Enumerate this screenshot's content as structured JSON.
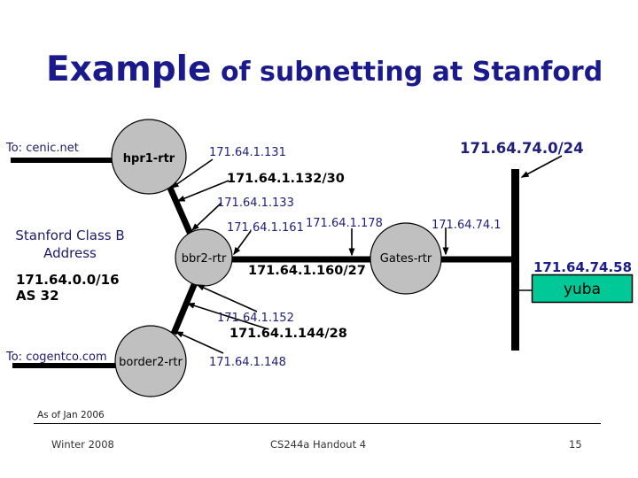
{
  "title": {
    "word1": "Example",
    "rest": " of subnetting at Stanford"
  },
  "colors": {
    "title_navy": "#1a1a8c",
    "ip_navy": "#20207a",
    "node_gray": "#c0c0c0",
    "host_green": "#00c896",
    "line_black": "#000000"
  },
  "diagram": {
    "external": {
      "cenic": "To: cenic.net",
      "cogent": "To: cogentco.com"
    },
    "routers": {
      "hpr1": "hpr1-rtr",
      "bbr2": "bbr2-rtr",
      "gates": "Gates-rtr",
      "border2": "border2-rtr"
    },
    "class_b": {
      "title1": "Stanford Class B",
      "title2": "Address",
      "prefix": "171.64.0.0/16",
      "asn": "AS 32"
    },
    "labels": {
      "ip_131": "171.64.1.131",
      "subnet_132_30": "171.64.1.132/30",
      "ip_133": "171.64.1.133",
      "ip_161": "171.64.1.161",
      "ip_178": "171.64.1.178",
      "subnet_160_27": "171.64.1.160/27",
      "ip_74_1": "171.64.74.1",
      "subnet_74_0_24": "171.64.74.0/24",
      "ip_74_58": "171.64.74.58",
      "ip_152": "171.64.1.152",
      "subnet_144_28": "171.64.1.144/28",
      "ip_148": "171.64.1.148"
    },
    "host": {
      "name": "yuba"
    }
  },
  "footer": {
    "note": "As of Jan 2006",
    "left": "Winter 2008",
    "center": "CS244a Handout 4",
    "page": "15"
  }
}
